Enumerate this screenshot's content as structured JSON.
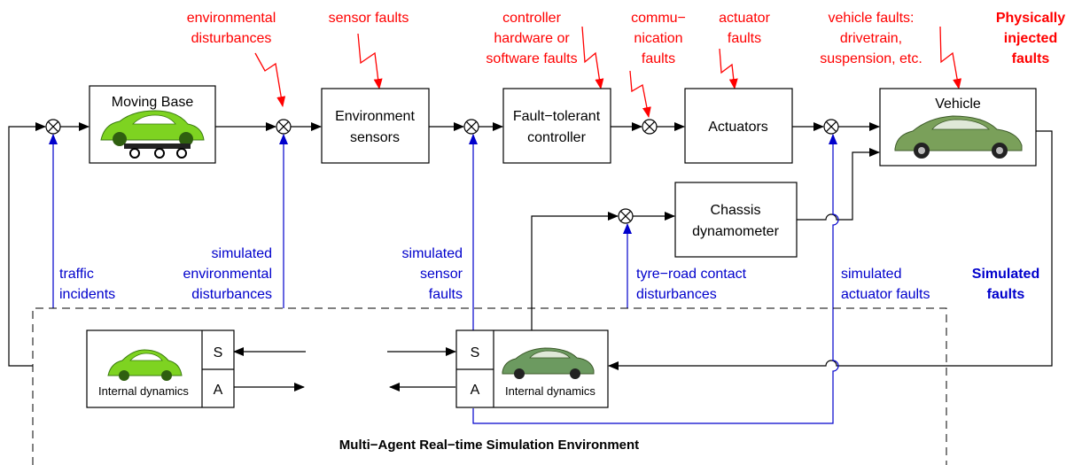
{
  "blocks": {
    "moving_base": "Moving Base",
    "env_sensors_1": "Environment",
    "env_sensors_2": "sensors",
    "controller_1": "Fault−tolerant",
    "controller_2": "controller",
    "actuators": "Actuators",
    "vehicle": "Vehicle",
    "chassis_1": "Chassis",
    "chassis_2": "dynamometer",
    "agent_left_s": "S",
    "agent_left_a": "A",
    "agent_left_label": "Internal dynamics",
    "agent_right_s": "S",
    "agent_right_a": "A",
    "agent_right_label": "Internal dynamics"
  },
  "physical_faults": {
    "env_1": "environmental",
    "env_2": "disturbances",
    "sensor": "sensor faults",
    "ctrl_1": "controller",
    "ctrl_2": "hardware or",
    "ctrl_3": "software faults",
    "comm_1": "commu−",
    "comm_2": "nication",
    "comm_3": "faults",
    "act_1": "actuator",
    "act_2": "faults",
    "veh_1": "vehicle faults:",
    "veh_2": "drivetrain,",
    "veh_3": "suspension, etc.",
    "header_1": "Physically",
    "header_2": "injected",
    "header_3": "faults"
  },
  "simulated_faults": {
    "traffic_1": "traffic",
    "traffic_2": "incidents",
    "env_1": "simulated",
    "env_2": "environmental",
    "env_3": "disturbances",
    "sensor_1": "simulated",
    "sensor_2": "sensor",
    "sensor_3": "faults",
    "tyre_1": "tyre−road contact",
    "tyre_2": "disturbances",
    "act_1": "simulated",
    "act_2": "actuator faults",
    "header_1": "Simulated",
    "header_2": "faults"
  },
  "environment_title": "Multi−Agent Real−time Simulation Environment",
  "colors": {
    "physical": "#ff0000",
    "simulated": "#0000cc",
    "line": "#000000"
  }
}
